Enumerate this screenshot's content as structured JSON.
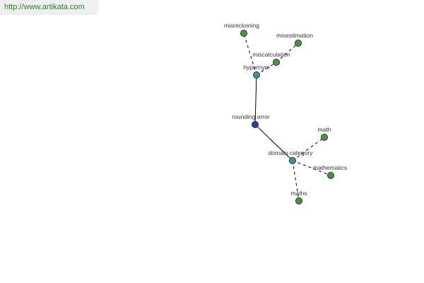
{
  "header": {
    "url": "http://www.artikata.com"
  },
  "colors": {
    "center": "#2e3f8f",
    "hub": "#3e8f9c",
    "leaf": "#4a8f45",
    "node_stroke": "#1a1a1a",
    "edge": "#000000",
    "url_text": "#2e7d2e",
    "url_bg": "#efefef"
  },
  "graph": {
    "nodes": [
      {
        "id": "rounding-error",
        "label": "rounding error",
        "kind": "center"
      },
      {
        "id": "hypernym",
        "label": "hypernym",
        "kind": "hub"
      },
      {
        "id": "domain-category",
        "label": "domain category",
        "kind": "hub"
      },
      {
        "id": "misreckoning",
        "label": "misreckoning",
        "kind": "leaf"
      },
      {
        "id": "misestimation",
        "label": "misestimation",
        "kind": "leaf"
      },
      {
        "id": "miscalculation",
        "label": "miscalculation",
        "kind": "leaf"
      },
      {
        "id": "math",
        "label": "math",
        "kind": "leaf"
      },
      {
        "id": "mathematics",
        "label": "mathematics",
        "kind": "leaf"
      },
      {
        "id": "maths",
        "label": "maths",
        "kind": "leaf"
      }
    ],
    "edges": [
      {
        "from": "rounding-error",
        "to": "hypernym",
        "style": "solid"
      },
      {
        "from": "rounding-error",
        "to": "domain-category",
        "style": "solid"
      },
      {
        "from": "hypernym",
        "to": "misreckoning",
        "style": "dashed"
      },
      {
        "from": "hypernym",
        "to": "miscalculation",
        "style": "dashed"
      },
      {
        "from": "miscalculation",
        "to": "misestimation",
        "style": "dashed"
      },
      {
        "from": "domain-category",
        "to": "math",
        "style": "dashed"
      },
      {
        "from": "domain-category",
        "to": "mathematics",
        "style": "dashed"
      },
      {
        "from": "domain-category",
        "to": "maths",
        "style": "dashed"
      }
    ]
  }
}
